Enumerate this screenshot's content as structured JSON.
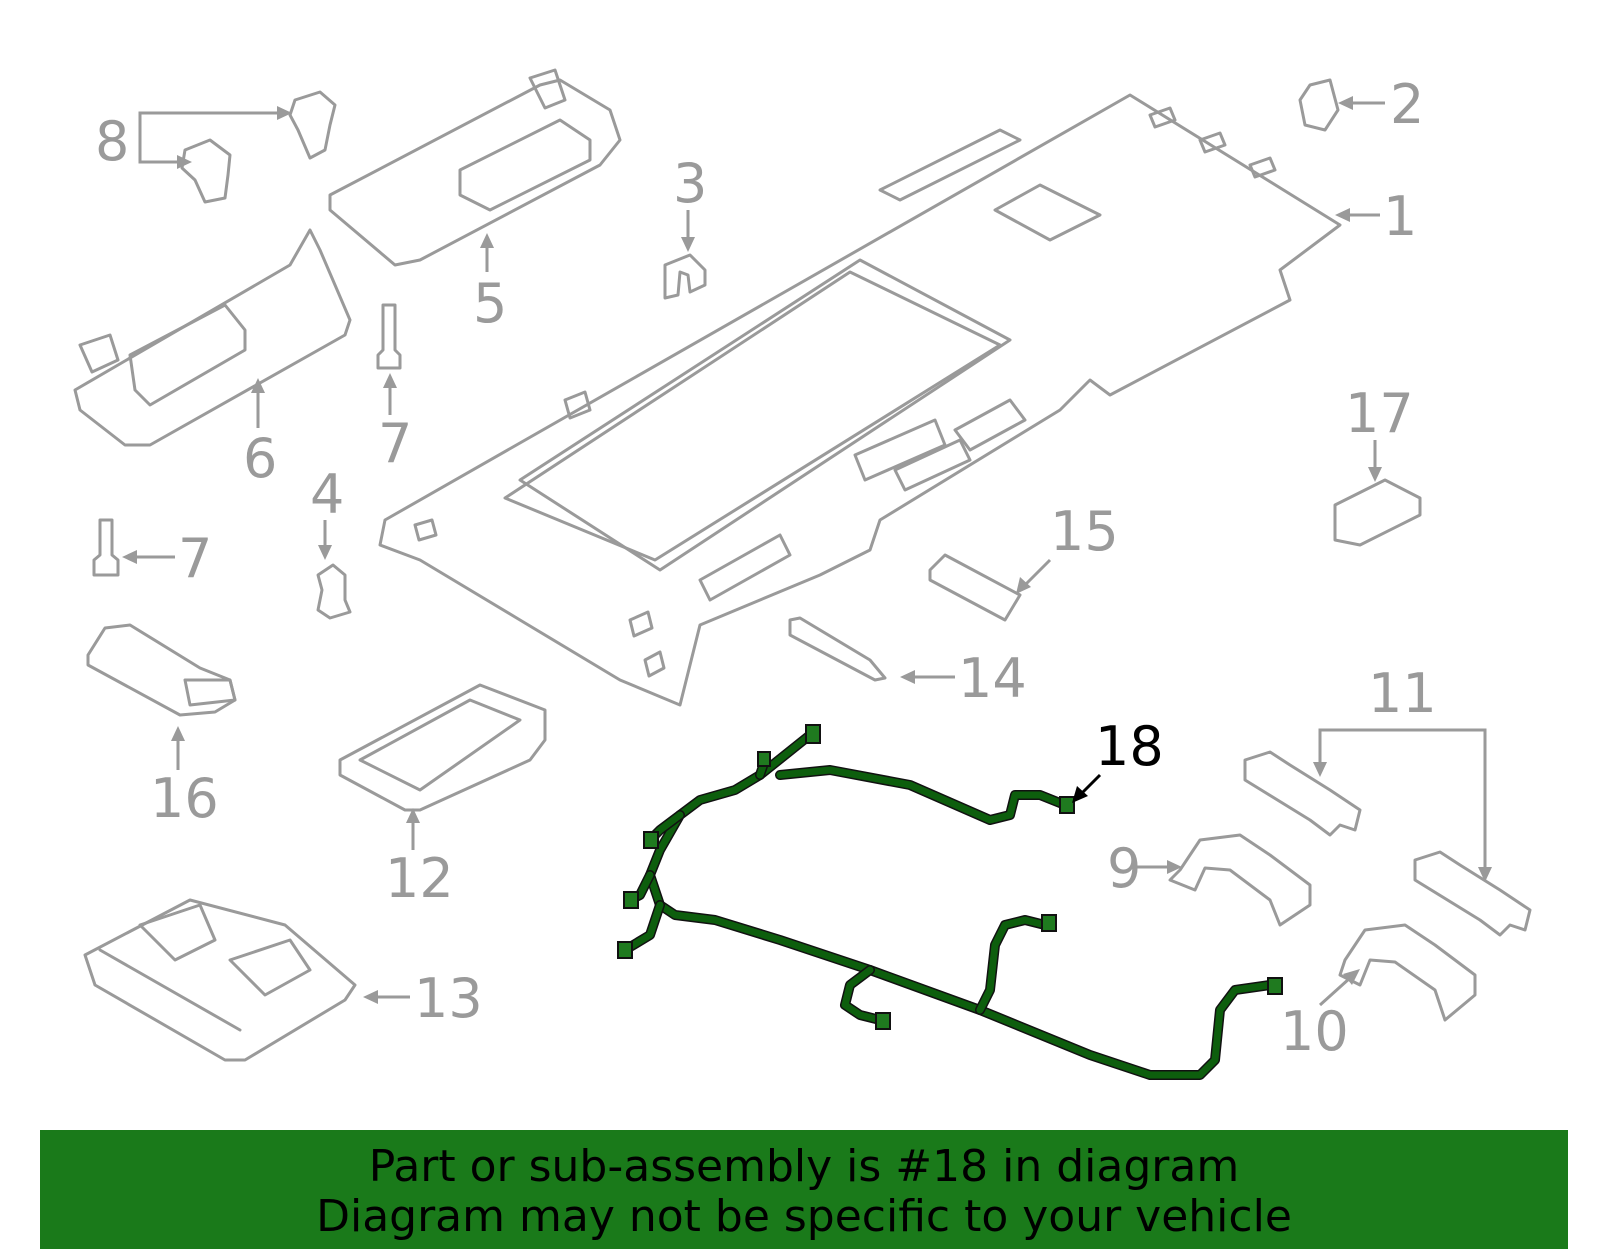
{
  "callouts": [
    {
      "id": "1",
      "label": "1"
    },
    {
      "id": "2",
      "label": "2"
    },
    {
      "id": "3",
      "label": "3"
    },
    {
      "id": "4",
      "label": "4"
    },
    {
      "id": "5",
      "label": "5"
    },
    {
      "id": "6",
      "label": "6"
    },
    {
      "id": "7a",
      "label": "7"
    },
    {
      "id": "7b",
      "label": "7"
    },
    {
      "id": "8",
      "label": "8"
    },
    {
      "id": "9",
      "label": "9"
    },
    {
      "id": "10",
      "label": "10"
    },
    {
      "id": "11",
      "label": "11"
    },
    {
      "id": "12",
      "label": "12"
    },
    {
      "id": "13",
      "label": "13"
    },
    {
      "id": "14",
      "label": "14"
    },
    {
      "id": "15",
      "label": "15"
    },
    {
      "id": "16",
      "label": "16"
    },
    {
      "id": "17",
      "label": "17"
    },
    {
      "id": "18",
      "label": "18"
    }
  ],
  "highlighted_part": "18",
  "colors": {
    "parts": "#9a9a9a",
    "harness": "#0d5e0d",
    "banner": "#1a7a1a",
    "highlight_label": "#000000"
  },
  "banner": {
    "line1": "Part or sub-assembly is #18 in diagram",
    "line2": "Diagram may not be specific to your vehicle"
  }
}
